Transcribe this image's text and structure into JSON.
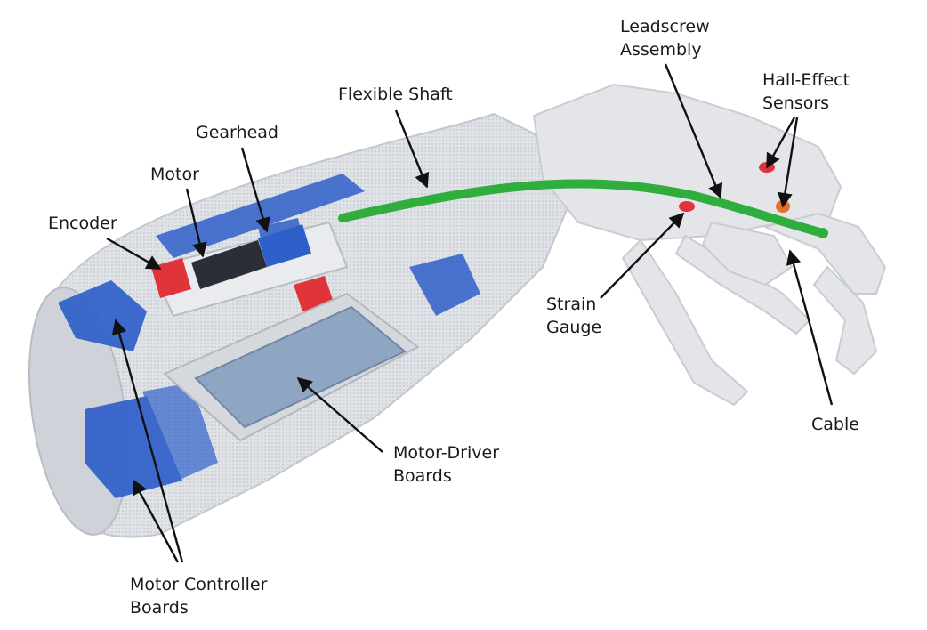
{
  "labels": {
    "leadscrew": [
      "Leadscrew",
      "Assembly"
    ],
    "hall": [
      "Hall-Effect",
      "Sensors"
    ],
    "flexible_shaft": "Flexible Shaft",
    "gearhead": "Gearhead",
    "motor": "Motor",
    "encoder": "Encoder",
    "strain": [
      "Strain",
      "Gauge"
    ],
    "cable": "Cable",
    "driver": [
      "Motor-Driver",
      "Boards"
    ],
    "controller": [
      "Motor Controller",
      "Boards"
    ]
  },
  "colors": {
    "shell": "#d9dce1",
    "shell_dark": "#b7bcc4",
    "board_blue": "#2f5fc9",
    "driver_board": "#8fa6c3",
    "shaft_green": "#2fae3d",
    "sensor_red": "#e0333a",
    "sensor_orange": "#e8702a",
    "leader": "#111111"
  }
}
